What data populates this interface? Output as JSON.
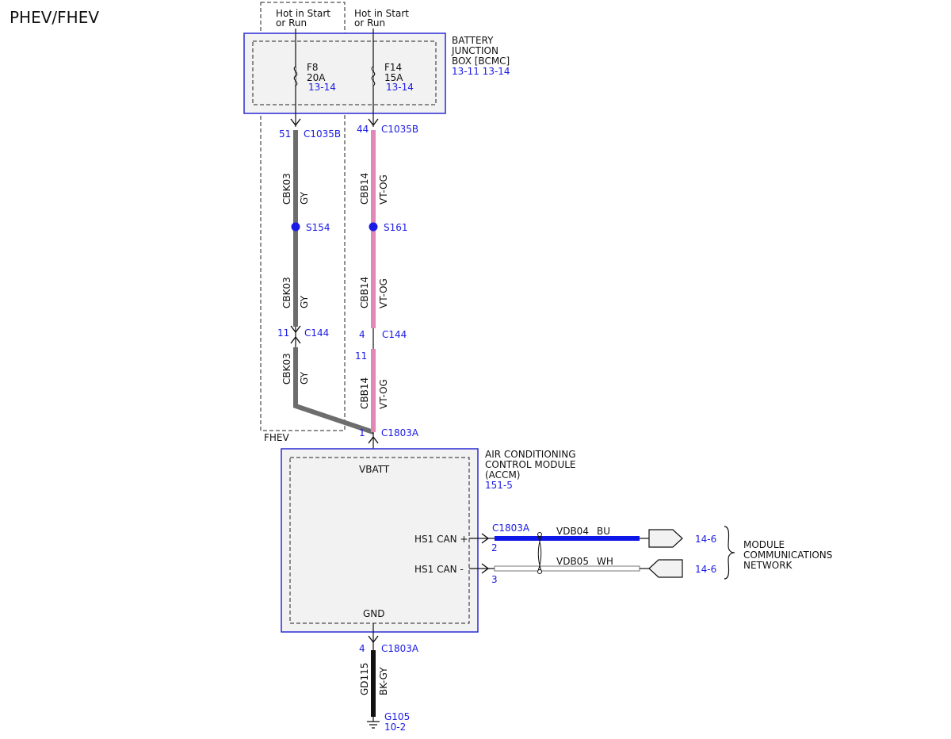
{
  "title": "PHEV/FHEV",
  "colors": {
    "ref_text": "#1a1ae6",
    "box_border": "#2a2ad4",
    "wire_gray": "#6d6d6d",
    "wire_pink": "#e386b8",
    "wire_blue": "#0f16e8",
    "wire_white": "#ffffff",
    "wire_black": "#111111",
    "box_fill": "#f2f2f2"
  },
  "power_sources": {
    "left": {
      "line1": "Hot in Start",
      "line2": "or Run"
    },
    "right": {
      "line1": "Hot in Start",
      "line2": "or Run"
    }
  },
  "bjb": {
    "name_lines": [
      "BATTERY",
      "JUNCTION",
      "BOX [BCMC]"
    ],
    "ref": "13-11 13-14",
    "fuse_left": {
      "id": "F8",
      "rating": "20A",
      "ref": "13-14"
    },
    "fuse_right": {
      "id": "F14",
      "rating": "15A",
      "ref": "13-14"
    }
  },
  "left_circuit": {
    "connector_top": {
      "pin": "51",
      "name": "C1035B"
    },
    "wire_id": "CBK03",
    "wire_color": "GY",
    "splice": "S154",
    "connector_mid": {
      "pin": "11",
      "name": "C144"
    },
    "option_label": "FHEV"
  },
  "right_circuit": {
    "connector_top": {
      "pin": "44",
      "name": "C1035B"
    },
    "wire_id": "CBB14",
    "wire_color": "VT-OG",
    "splice": "S161",
    "connector_mid": {
      "pin_top": "4",
      "pin_bottom": "11",
      "name": "C144"
    },
    "connector_bottom": {
      "pin": "1",
      "name": "C1803A"
    }
  },
  "accm": {
    "name_lines": [
      "AIR CONDITIONING",
      "CONTROL MODULE",
      "(ACCM)"
    ],
    "ref": "151-5",
    "vbatt": "VBATT",
    "gnd": "GND",
    "can_plus": "HS1 CAN +",
    "can_minus": "HS1 CAN -",
    "can_connector": "C1803A",
    "can_plus_pin": "2",
    "can_minus_pin": "3"
  },
  "can": {
    "plus_wire_id": "VDB04",
    "plus_wire_color": "BU",
    "minus_wire_id": "VDB05",
    "minus_wire_color": "WH",
    "plus_ref": "14-6",
    "minus_ref": "14-6",
    "network_lines": [
      "MODULE",
      "COMMUNICATIONS",
      "NETWORK"
    ]
  },
  "ground": {
    "connector": {
      "pin": "4",
      "name": "C1803A"
    },
    "wire_id": "GD115",
    "wire_color": "BK-GY",
    "ground_id": "G105",
    "ref": "10-2"
  }
}
